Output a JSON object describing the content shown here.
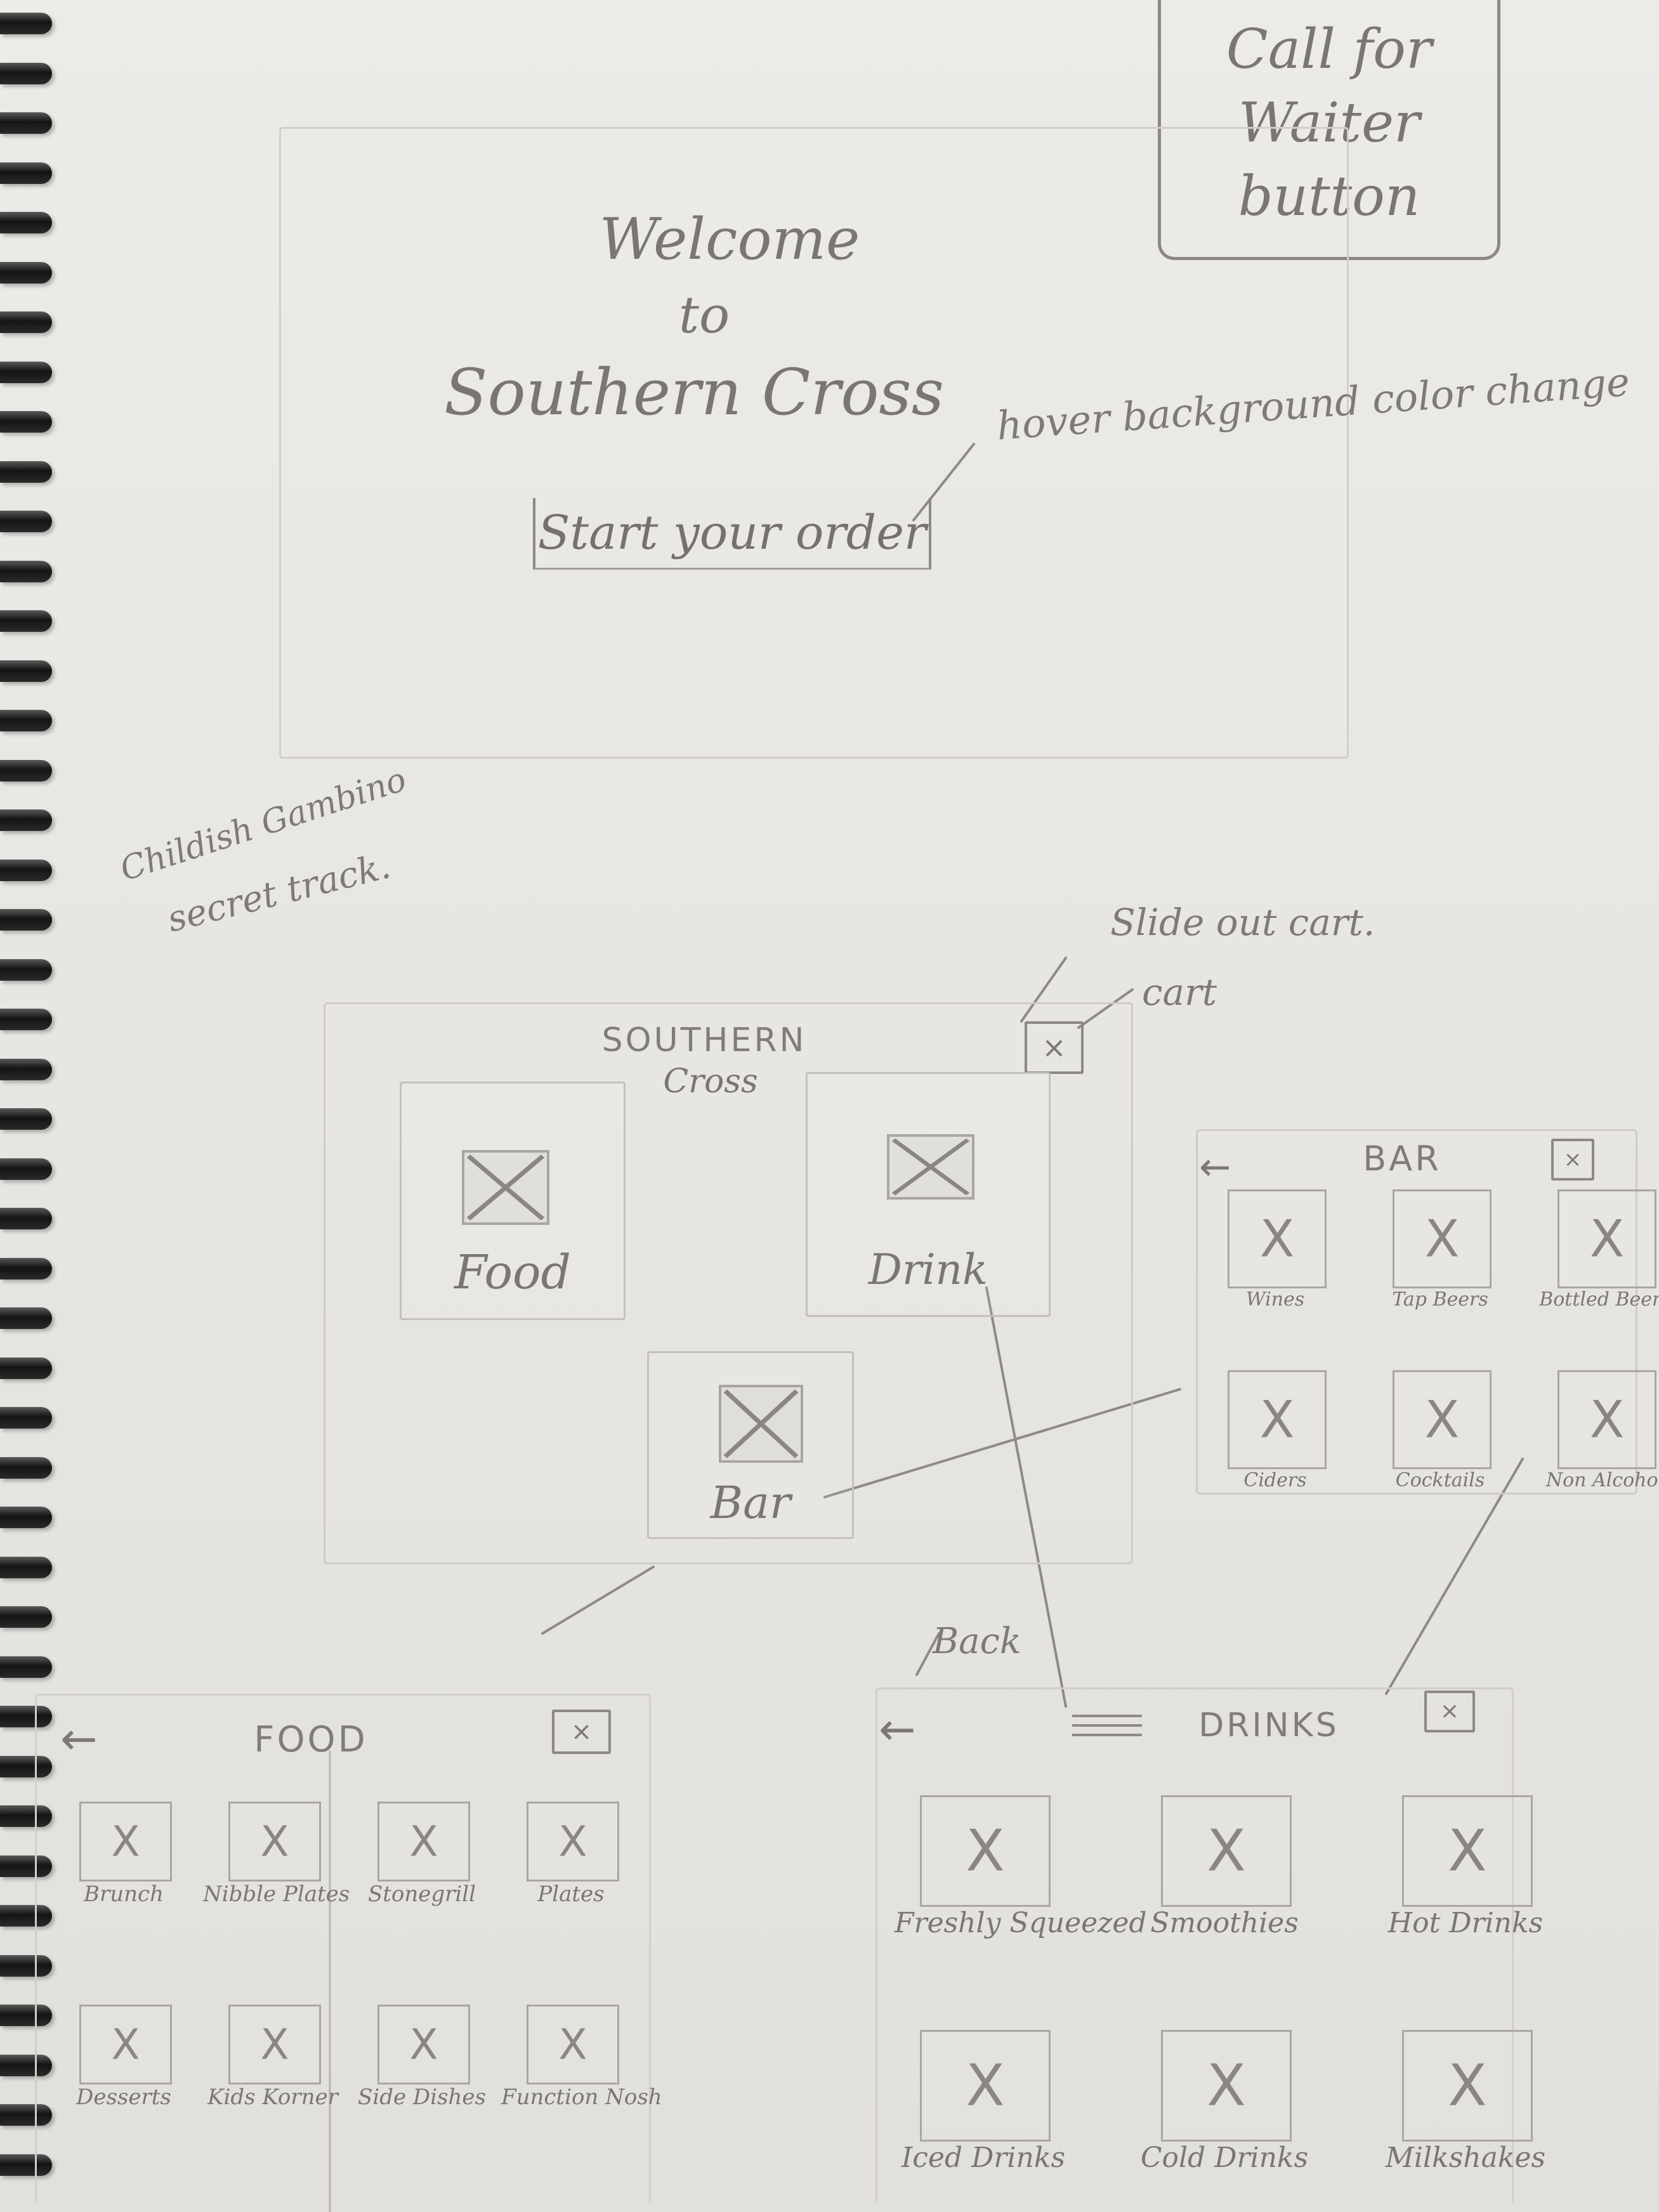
{
  "call_waiter": {
    "label": "Call for Waiter button"
  },
  "welcome": {
    "line1": "Welcome",
    "line2": "to",
    "line3": "Southern Cross",
    "start_button": "Start your order",
    "hover_note": "hover background color change"
  },
  "notes": {
    "gambino": "Childish Gambino",
    "secret_track": "secret track.",
    "slide_out_cart": "Slide out cart.",
    "cart": "cart",
    "back": "Back"
  },
  "home": {
    "title_line1": "SOUTHERN",
    "title_line2": "Cross",
    "cards": [
      {
        "label": "Food"
      },
      {
        "label": "Drink"
      },
      {
        "label": "Bar"
      }
    ]
  },
  "bar_screen": {
    "title": "BAR",
    "items": [
      "Wines",
      "Tap Beers",
      "Bottled Beers",
      "Ciders",
      "Cocktails",
      "Non Alcohol"
    ]
  },
  "food_screen": {
    "title": "FOOD",
    "items": [
      "Brunch",
      "Nibble Plates",
      "Stonegrill",
      "Plates",
      "Desserts",
      "Kids Korner",
      "Side Dishes",
      "Function Nosh"
    ]
  },
  "drinks_screen": {
    "title": "DRINKS",
    "items": [
      "Freshly Squeezed",
      "Smoothies",
      "Hot Drinks",
      "Iced Drinks",
      "Cold Drinks",
      "Milkshakes"
    ]
  },
  "icons": {
    "cart": "cart-icon",
    "back": "back-arrow-icon",
    "placeholder": "image-placeholder-icon"
  }
}
